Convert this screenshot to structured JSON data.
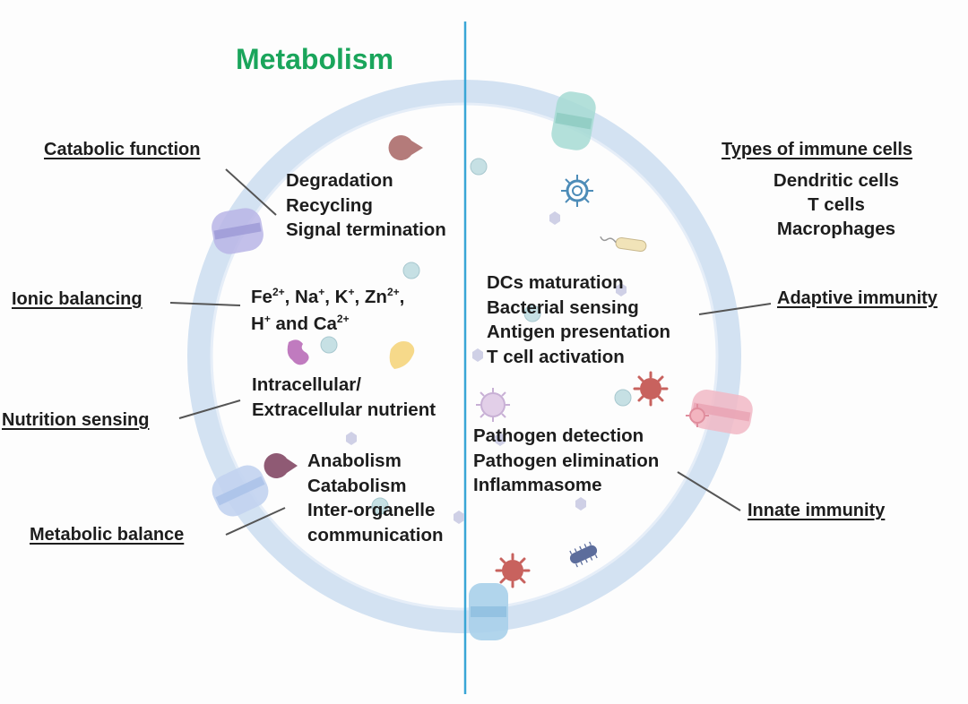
{
  "title": "Metabolism",
  "left_labels": {
    "catabolic_function": "Catabolic function",
    "ionic_balancing": "Ionic balancing",
    "nutrition_sensing": "Nutrition sensing",
    "metabolic_balance": "Metabolic balance"
  },
  "left_items": {
    "catabolic": [
      "Degradation",
      "Recycling",
      "Signal termination"
    ],
    "ions": {
      "fe": "Fe",
      "fe_charge": "2+",
      "na": "Na",
      "na_charge": "+",
      "k": "K",
      "k_charge": "+",
      "zn": "Zn",
      "zn_charge": "2+",
      "h": "H",
      "h_charge": "+",
      "and": "and",
      "ca": "Ca",
      "ca_charge": "2+"
    },
    "nutrient": [
      "Intracellular/",
      "Extracellular nutrient"
    ],
    "balance": [
      "Anabolism",
      "Catabolism",
      "Inter-organelle",
      "communication"
    ]
  },
  "right_labels": {
    "types_of_immune_cells": "Types of immune cells",
    "adaptive_immunity": "Adaptive immunity",
    "innate_immunity": "Innate immunity"
  },
  "right_items": {
    "cells": [
      "Dendritic cells",
      "T cells",
      "Macrophages"
    ],
    "adaptive": [
      "DCs maturation",
      "Bacterial sensing",
      "Antigen presentation",
      "T cell activation"
    ],
    "innate": [
      "Pathogen detection",
      "Pathogen elimination",
      "Inflammasome"
    ]
  },
  "colors": {
    "title": "#1aa55b",
    "ring": "#d3e2f2",
    "divider": "#3aa6d6",
    "leader": "#555555"
  }
}
